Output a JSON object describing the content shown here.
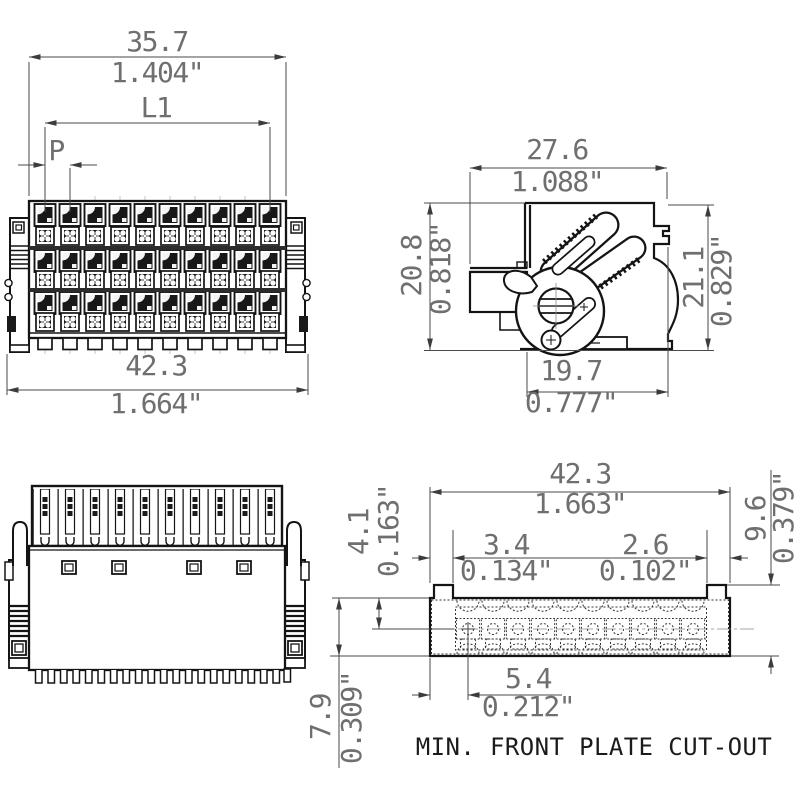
{
  "front_view": {
    "housing_width_mm": "35.7",
    "housing_width_in": "1.404\"",
    "length_label": "L1",
    "pitch_label": "P",
    "total_width_mm": "42.3",
    "total_width_in": "1.664\""
  },
  "side_view": {
    "depth_mm": "27.6",
    "depth_in": "1.088\"",
    "height_left_mm": "20.8",
    "height_left_in": "0.818\"",
    "height_right_mm": "21.1",
    "height_right_in": "0.829\"",
    "base_depth_mm": "19.7",
    "base_depth_in": "0.777\""
  },
  "cutout_view": {
    "width_mm": "42.3",
    "width_in": "1.663\"",
    "corner_offset_mm": "3.4",
    "corner_offset_in": "0.134\"",
    "notch_width_mm": "2.6",
    "notch_width_in": "0.102\"",
    "notch_depth_mm": "4.1",
    "notch_depth_in": "0.163\"",
    "total_height_mm": "9.6",
    "total_height_in": "0.379\"",
    "first_pole_offset_mm": "5.4",
    "first_pole_offset_in": "0.212\"",
    "plate_height_mm": "7.9",
    "plate_height_in": "0.309\"",
    "caption": "MIN. FRONT PLATE CUT-OUT"
  }
}
